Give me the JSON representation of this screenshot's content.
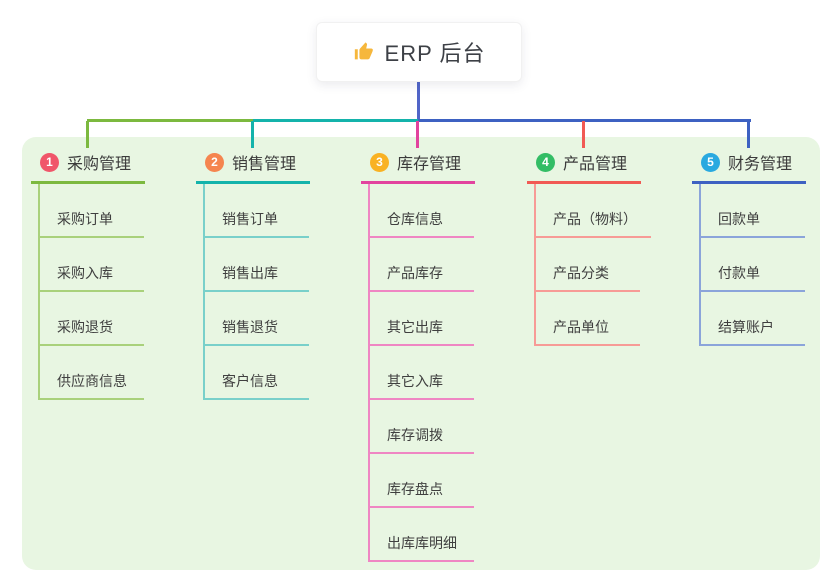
{
  "canvas": {
    "background": "#ffffff",
    "panel_color": "#e8f6e2"
  },
  "root": {
    "icon": "thumbs-up",
    "icon_color": "#f6b73c",
    "label": "ERP 后台",
    "line_color": "#5165c8"
  },
  "branches": [
    {
      "badge": "1",
      "badge_color": "#f0566a",
      "label": "采购管理",
      "color": "#7cb93f",
      "light_color": "#a9d17b",
      "children": [
        "采购订单",
        "采购入库",
        "采购退货",
        "供应商信息"
      ]
    },
    {
      "badge": "2",
      "badge_color": "#f5854f",
      "label": "销售管理",
      "color": "#14b3ab",
      "light_color": "#79d0ca",
      "children": [
        "销售订单",
        "销售出库",
        "销售退货",
        "客户信息"
      ]
    },
    {
      "badge": "3",
      "badge_color": "#f9b223",
      "label": "库存管理",
      "color": "#e2439e",
      "light_color": "#ef86c3",
      "children": [
        "仓库信息",
        "产品库存",
        "其它出库",
        "其它入库",
        "库存调拨",
        "库存盘点",
        "出库库明细"
      ]
    },
    {
      "badge": "4",
      "badge_color": "#33bd65",
      "label": "产品管理",
      "color": "#f15a54",
      "light_color": "#f79b96",
      "children": [
        "产品（物料）",
        "产品分类",
        "产品单位"
      ]
    },
    {
      "badge": "5",
      "badge_color": "#29a9e0",
      "label": "财务管理",
      "color": "#3d61c2",
      "light_color": "#8ba4da",
      "children": [
        "回款单",
        "付款单",
        "结算账户"
      ]
    }
  ]
}
